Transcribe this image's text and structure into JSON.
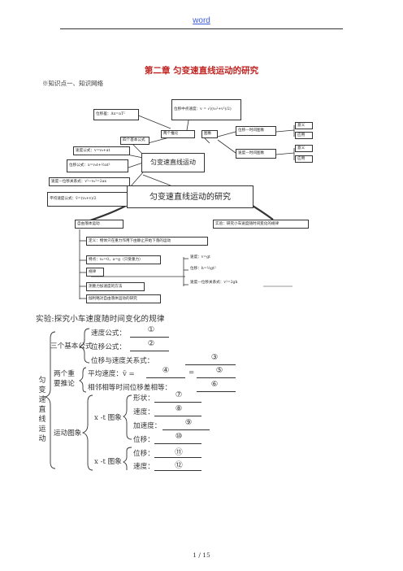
{
  "header": {
    "link_text": "word"
  },
  "title": "第二章  匀变速直线运动的研究",
  "section_label": "※知识点一、知识网络",
  "mindmap": {
    "disp_formula": "位移差：Δx=aT²",
    "mid_velocity": "位移中点速度：v = √((v₀²+v²)/2)",
    "four_formulas": "四个基本公式",
    "two_inferences": "两个推论",
    "graphs": "图象",
    "xt_graph": "位移—时间图象",
    "vt_graph": "速度—时间图象",
    "meaning1": "意义",
    "use1": "应用",
    "meaning2": "意义",
    "use2": "应用",
    "v_formula": "速度公式：v=v₀+at",
    "x_formula": "位移公式：x=v₀t+½at²",
    "vx_formula": "速度—位移关系式：v²−v₀²=2ax",
    "avg_v": "平均速度公式：v̄=(v₀+v)/2",
    "uniform_motion": "匀变速直线运动",
    "study_title": "匀变速直线运动的研究",
    "free_fall": "自由落体运动",
    "experiment": "实验：研究小车速度随时间变化的规律",
    "definition": "定义：物体只在重力作用下由静止开始下落的运动",
    "features": "特点：v₀=0，a=g（只受重力）",
    "law": "规律",
    "speed": "速度：v=gt",
    "displacement": "位移：h=½gt²",
    "speed_disp": "速度—位移关系式：v²=2gh",
    "measure_g": "测重力加速度的方法",
    "galileo": "伽利略对自由落体运动的研究"
  },
  "table": {
    "title": "实验:探究小车速度随时间变化的规律",
    "side_label": [
      "匀",
      "变",
      "速",
      "直",
      "线",
      "运",
      "动"
    ],
    "three_formulas": "三个基本公式",
    "speed_formula": "速度公式：",
    "disp_formula": "位移公式：",
    "disp_speed_relation": "位移与速度关系式：",
    "two_inferences_l1": "两个重",
    "two_inferences_l2": "要推论",
    "average_velocity": "平均速度：v̄ =",
    "equals": "=",
    "adjacent_diff": "相邻相等时间位移差相等：",
    "motion_graphs": "运动图象",
    "xt_graph": "x -t 图象",
    "vt_graph": "x -t 图象",
    "shape": "形状：",
    "velocity": "速度：",
    "acceleration": "加速度：",
    "position": "位移：",
    "disp2": "位移：",
    "speed2": "速度：",
    "marks": [
      "①",
      "②",
      "③",
      "④",
      "⑤",
      "⑥",
      "⑦",
      "⑧",
      "⑨",
      "⑩",
      "⑪",
      "⑫"
    ]
  },
  "page_number": "1 / 15"
}
